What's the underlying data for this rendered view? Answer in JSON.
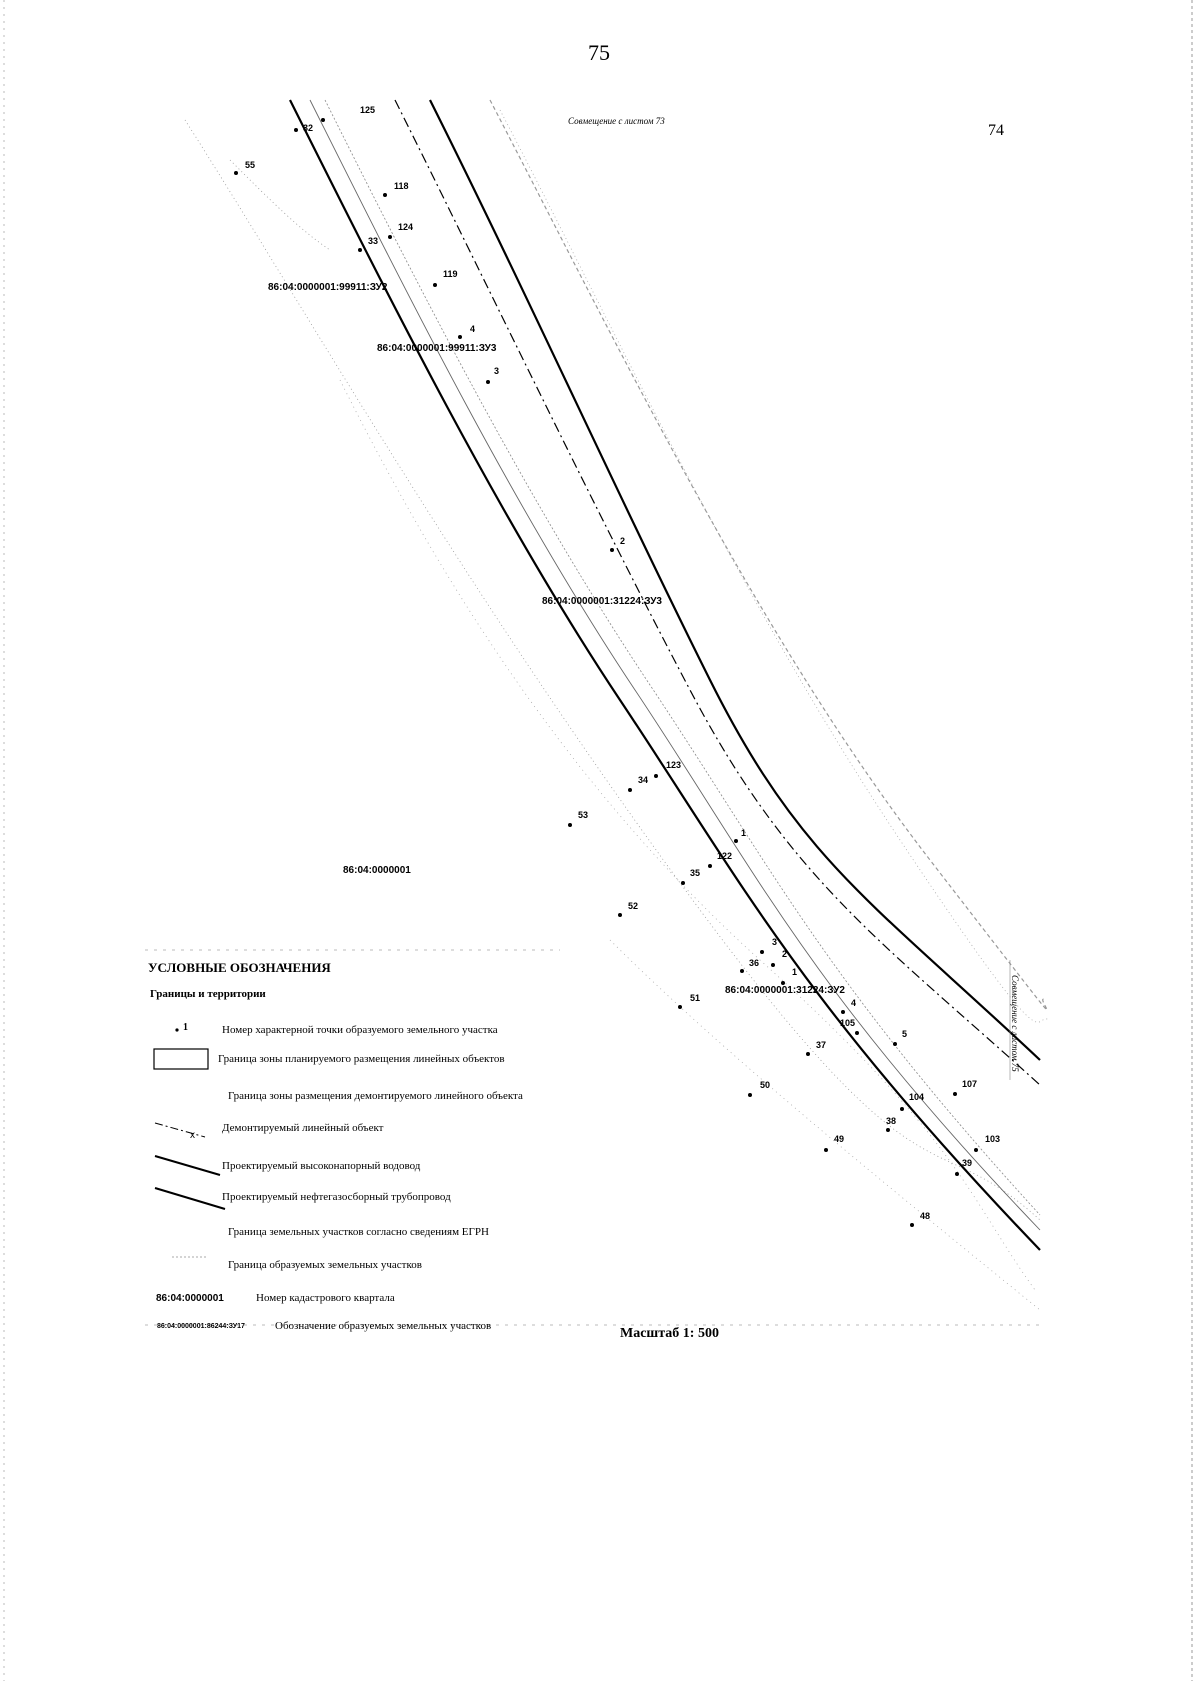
{
  "page_number": "75",
  "adjacent_sheet_number": "74",
  "match_top": "Совмещение с листом 73",
  "match_right": "Совмещение с листом 75",
  "scale": "Масштаб 1: 500",
  "parcels": {
    "zu2_a": "86:04:0000001:99911:ЗУ2",
    "zu3_a": "86:04:0000001:99911:ЗУ3",
    "zu3_b": "86:04:0000001:31224:ЗУ3",
    "zu2_b": "86:04:0000001:31224:ЗУ2"
  },
  "quarter": "86:04:0000001",
  "points": [
    {
      "id": "p125",
      "label": "125"
    },
    {
      "id": "p32",
      "label": "32"
    },
    {
      "id": "p55",
      "label": "55"
    },
    {
      "id": "p118",
      "label": "118"
    },
    {
      "id": "p124",
      "label": "124"
    },
    {
      "id": "p33",
      "label": "33"
    },
    {
      "id": "p119",
      "label": "119"
    },
    {
      "id": "p4a",
      "label": "4"
    },
    {
      "id": "p3a",
      "label": "3"
    },
    {
      "id": "p2a",
      "label": "2"
    },
    {
      "id": "p123",
      "label": "123"
    },
    {
      "id": "p34",
      "label": "34"
    },
    {
      "id": "p53",
      "label": "53"
    },
    {
      "id": "p1a",
      "label": "1"
    },
    {
      "id": "p122",
      "label": "122"
    },
    {
      "id": "p35",
      "label": "35"
    },
    {
      "id": "p52",
      "label": "52"
    },
    {
      "id": "p3b",
      "label": "3"
    },
    {
      "id": "p2b",
      "label": "2"
    },
    {
      "id": "p36",
      "label": "36"
    },
    {
      "id": "p1b",
      "label": "1"
    },
    {
      "id": "p51",
      "label": "51"
    },
    {
      "id": "p4b",
      "label": "4"
    },
    {
      "id": "p105",
      "label": "105"
    },
    {
      "id": "p37",
      "label": "37"
    },
    {
      "id": "p5",
      "label": "5"
    },
    {
      "id": "p50",
      "label": "50"
    },
    {
      "id": "p107",
      "label": "107"
    },
    {
      "id": "p104",
      "label": "104"
    },
    {
      "id": "p38",
      "label": "38"
    },
    {
      "id": "p49",
      "label": "49"
    },
    {
      "id": "p103",
      "label": "103"
    },
    {
      "id": "p39",
      "label": "39"
    },
    {
      "id": "p48",
      "label": "48"
    }
  ],
  "legend": {
    "title": "УСЛОВНЫЕ ОБОЗНАЧЕНИЯ",
    "subtitle": "Границы и территории",
    "items": [
      {
        "sample": "1",
        "text": "Номер характерной точки образуемого земельного участка"
      },
      {
        "text": "Граница зоны планируемого размещения линейных объектов"
      },
      {
        "text": "Граница зоны размещения демонтируемого линейного объекта"
      },
      {
        "text": "Демонтируемый линейный объект"
      },
      {
        "text": "Проектируемый высоконапорный водовод"
      },
      {
        "text": "Проектируемый нефтегазосборный трубопровод"
      },
      {
        "text": "Граница земельных участков согласно сведениям ЕГРН"
      },
      {
        "text": "Граница образуемых земельных участков"
      },
      {
        "code": "86:04:0000001",
        "text": "Номер кадастрового квартала"
      },
      {
        "code": "86:04:0000001:86244:ЗУ17",
        "text": "Обозначение образуемых земельных участков"
      }
    ]
  }
}
